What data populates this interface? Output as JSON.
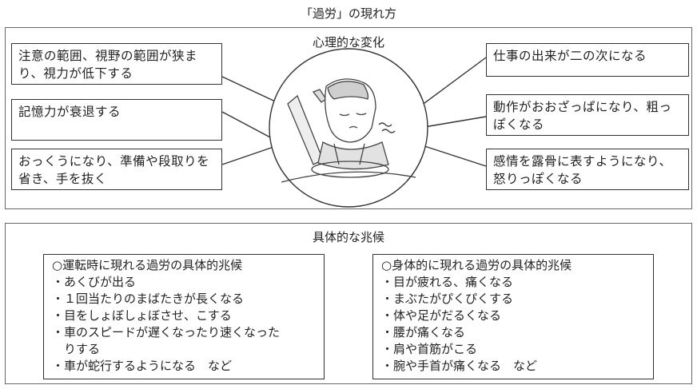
{
  "title": "「過労」の現れ方",
  "mental": {
    "heading": "心理的な変化",
    "left": [
      "注意の範囲、視野の範囲が狭まり、視力が低下する",
      "記憶力が衰退する",
      "おっくうになり、準備や段取りを省き、手を抜く"
    ],
    "right": [
      "仕事の出来が二の次になる",
      "動作がおおざっぱになり、粗っぽくなる",
      "感情を露骨に表すようになり、怒りっぽくなる"
    ]
  },
  "physical": {
    "heading": "具体的な兆候",
    "driving": {
      "title": "○運転時に現れる過労の具体的兆候",
      "items": [
        "・あくびが出る",
        "・１回当たりのまばたきが長くなる",
        "・目をしょぼしょぼさせ、こする",
        "・車のスピードが遅くなったり速くなった",
        "　りする",
        "・車が蛇行するようになる　など"
      ]
    },
    "body": {
      "title": "○身体的に現れる過労の具体的兆候",
      "items": [
        "・目が疲れる、痛くなる",
        "・まぶたがぴくぴくする",
        "・体や足がだるくなる",
        "・腰が痛くなる",
        "・肩や首筋がこる",
        "・腕や手首が痛くなる　など"
      ]
    }
  }
}
